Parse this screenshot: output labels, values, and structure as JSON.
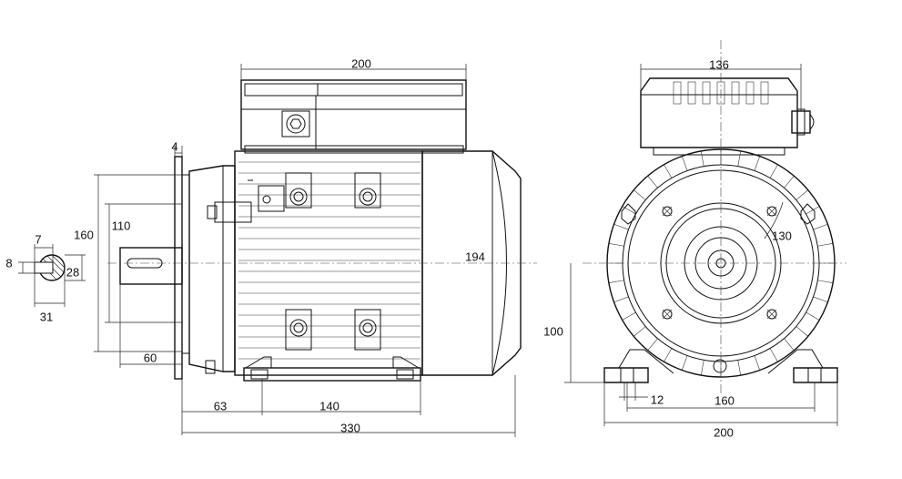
{
  "dimensions": {
    "top_box_width": "200",
    "front_box_width": "136",
    "flange_thickness": "4",
    "flange_height": "160",
    "spigot_diameter": "110",
    "key_width": "8",
    "key_depth": "7",
    "shaft_dia": "28",
    "shaft_keyway": "31",
    "shaft_length": "60",
    "overall_height": "194",
    "flange_to_foot": "63",
    "foot_spacing": "140",
    "overall_length": "330",
    "shaft_height": "100",
    "foot_hole": "12",
    "foot_width_holes": "160",
    "foot_width": "200",
    "pcd": "130"
  }
}
